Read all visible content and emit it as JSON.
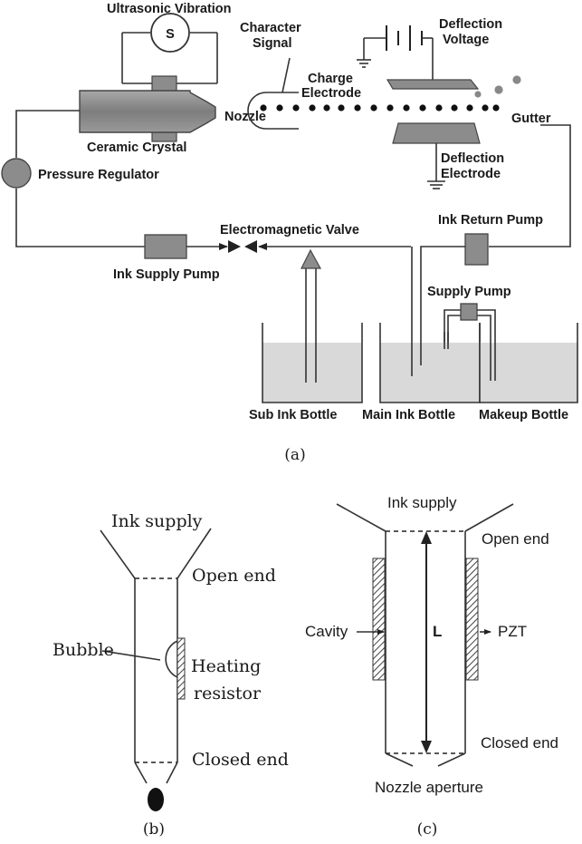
{
  "panel_a": {
    "caption": "(a)",
    "labels": {
      "ultrasonic_vibration": "Ultrasonic Vibration",
      "oscillator_symbol": "S",
      "character_signal_1": "Character",
      "character_signal_2": "Signal",
      "deflection_voltage_1": "Deflection",
      "deflection_voltage_2": "Voltage",
      "charge_electrode_1": "Charge",
      "charge_electrode_2": "Electrode",
      "nozzle": "Nozzle",
      "gutter": "Gutter",
      "ceramic_crystal": "Ceramic Crystal",
      "deflection_electrode_1": "Deflection",
      "deflection_electrode_2": "Electrode",
      "pressure_regulator": "Pressure Regulator",
      "electromagnetic_valve": "Electromagnetic Valve",
      "ink_return_pump": "Ink Return Pump",
      "ink_supply_pump": "Ink Supply Pump",
      "supply_pump": "Supply Pump",
      "sub_ink_bottle": "Sub Ink Bottle",
      "main_ink_bottle": "Main Ink Bottle",
      "makeup_bottle": "Makeup Bottle"
    }
  },
  "panel_b": {
    "caption": "(b)",
    "labels": {
      "ink_supply": "Ink supply",
      "open_end": "Open end",
      "bubble": "Bubble",
      "heating_1": "Heating",
      "heating_2": "resistor",
      "closed_end": "Closed end"
    }
  },
  "panel_c": {
    "caption": "(c)",
    "labels": {
      "ink_supply": "Ink supply",
      "open_end": "Open end",
      "cavity": "Cavity",
      "length": "L",
      "pzt": "PZT",
      "closed_end": "Closed end",
      "nozzle_aperture": "Nozzle aperture"
    }
  },
  "colors": {
    "component_fill": "#8c8c8c",
    "ink_fill": "#d9d9d9"
  }
}
